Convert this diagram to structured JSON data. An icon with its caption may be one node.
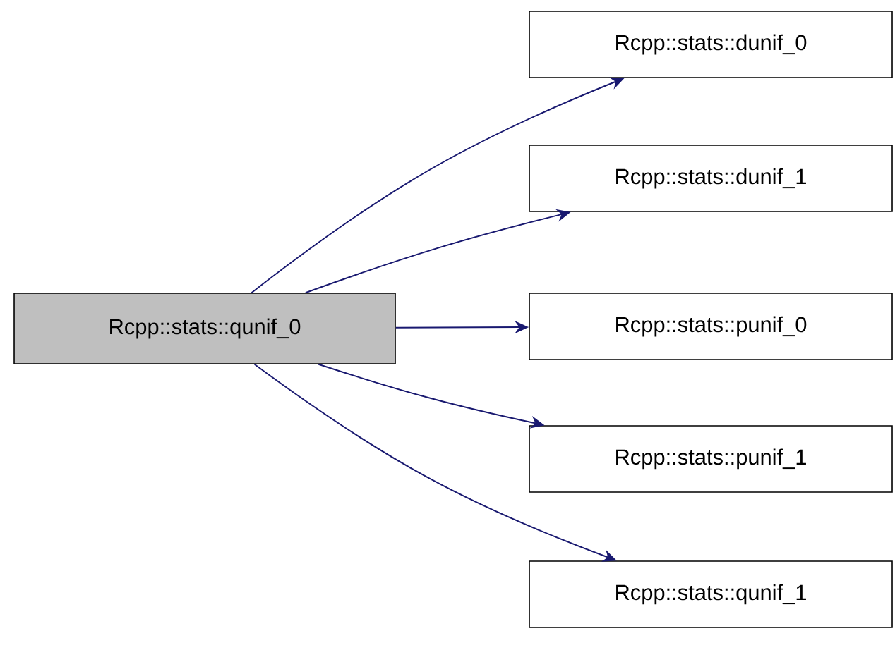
{
  "diagram": {
    "nodes": [
      {
        "text": [
          "Rcpp::stats::qunif_0"
        ]
      },
      {
        "text": [
          "Rcpp::stats::dunif_0"
        ]
      },
      {
        "text": [
          "Rcpp::stats::dunif_1"
        ]
      },
      {
        "text": [
          "Rcpp::stats::punif_0"
        ]
      },
      {
        "text": [
          "Rcpp::stats::punif_1"
        ]
      },
      {
        "text": [
          "Rcpp::stats::qunif_1"
        ]
      }
    ],
    "edges": [
      {
        "from": 0,
        "to": 1,
        "arrow": "to"
      },
      {
        "from": 0,
        "to": 2,
        "arrow": "to"
      },
      {
        "from": 0,
        "to": 3,
        "arrow": "to"
      },
      {
        "from": 0,
        "to": 4,
        "arrow": "to"
      },
      {
        "from": 0,
        "to": 5,
        "arrow": "to"
      }
    ]
  }
}
